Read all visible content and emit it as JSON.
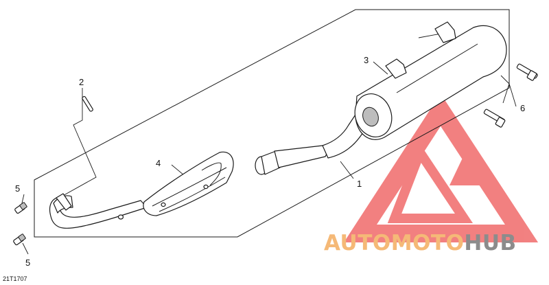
{
  "figure_code": "21T1707",
  "callouts": {
    "c1": "1",
    "c2": "2",
    "c3": "3",
    "c4": "4",
    "c5a": "5",
    "c5b": "5",
    "c6": "6"
  },
  "watermark": {
    "text_auto": "AUTO",
    "text_moto": "MOTO",
    "text_hub": "HUB",
    "color_auto": "#f5b977",
    "color_moto": "#f5b977",
    "color_hub": "#8c8c8c",
    "logo_color": "#f06b6b"
  },
  "line_color": "#1a1a1a"
}
